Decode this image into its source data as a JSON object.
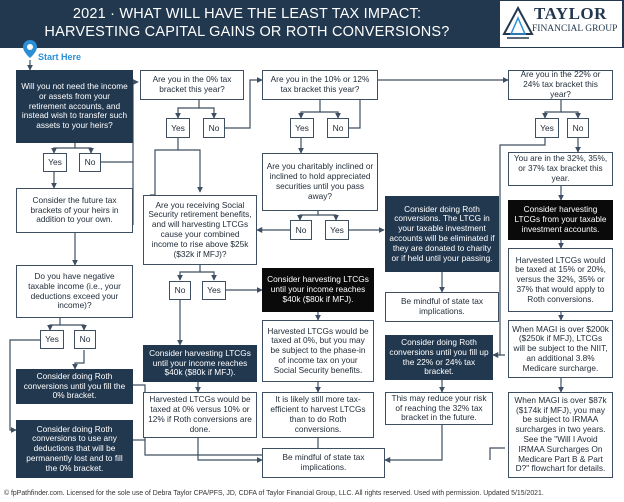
{
  "title": {
    "line1": "2021 · WHAT WILL HAVE THE LEAST TAX IMPACT:",
    "line2": "HARVESTING CAPITAL GAINS OR ROTH CONVERSIONS?"
  },
  "logo": {
    "name": "TAYLOR",
    "sub": "FINANCIAL GROUP"
  },
  "start_label": "Start Here",
  "nodes": {
    "q_no_need": "Will you not need the income or assets from your retirement accounts, and instead wish to transfer such assets to your heirs?",
    "yes_heirs": "Yes",
    "no_heirs": "No",
    "consider_heirs": "Consider the future tax brackets of your heirs in addition to your own.",
    "q_0": "Are you in the 0% tax bracket this year?",
    "yes_0": "Yes",
    "no_0": "No",
    "q_10_12": "Are you in the 10% or 12% tax bracket this year?",
    "yes_10": "Yes",
    "no_10": "No",
    "q_charity": "Are you charitably inclined or inclined to hold appreciated securities until you pass away?",
    "no_charity": "No",
    "yes_charity": "Yes",
    "q_ss": "Are you receiving Social Security retirement benefits, and will harvesting LTCGs cause your combined income to rise above $25k ($32k if MFJ)?",
    "no_ss": "No",
    "yes_ss": "Yes",
    "harvest_40k_a": "Consider harvesting LTCGs until your income reaches $40k ($80k if MFJ).",
    "harvested_ss": "Harvested LTCGs would be taxed at 0%, but you may be subject to the phase-in of income tax on your Social Security benefits.",
    "still_more": "It is likely still more tax-efficient to harvest LTCGs than to do Roth conversions.",
    "q_negative": "Do you have negative taxable income (i.e., your deductions exceed your income)?",
    "yes_neg": "Yes",
    "no_neg": "No",
    "harvest_40k_b": "Consider harvesting LTCGs until your income reaches $40k ($80k if MFJ).",
    "roth_0pct": "Consider doing Roth conversions until you fill the 0% bracket.",
    "roth_deductions": "Consider doing Roth conversions to use any deductions that will be permanently lost and to fill the 0% bracket.",
    "taxed_0_vs": "Harvested LTCGs would be taxed at 0% versus 10% or 12% if Roth conversions are done.",
    "state_tax_bottom": "Be mindful of state tax implications.",
    "roth_charity": "Consider doing Roth conversions. The LTCG in your taxable investment accounts will be eliminated if they are donated to charity or if held until your passing.",
    "state_tax_mid": "Be mindful of state tax implications.",
    "roth_fill": "Consider doing Roth conversions until you fill up the 22% or 24% tax bracket.",
    "reduce_risk": "This may reduce your risk of reaching the 32% tax bracket in the future.",
    "q_22_24": "Are you in the 22% or 24% tax bracket this year?",
    "yes_22": "Yes",
    "no_22": "No",
    "in_32": "You are in the 32%, 35%, or 37% tax bracket this year.",
    "harvest_taxable": "Consider harvesting LTCGs from your taxable investment accounts.",
    "taxed_15": "Harvested LTCGs would be taxed at 15% or 20%, versus the 32%, 35% or 37% that would apply to Roth conversions.",
    "magi_200k": "When MAGI is over $200k ($250k if MFJ), LTCGs will be subject to the NIIT, an additional 3.8% Medicare surcharge.",
    "magi_87k": "When MAGI is over $87k ($174k if MFJ), you may be subject to IRMAA surcharges in two years. See the \"Will I Avoid IRMAA Surcharges On Medicare Part B & Part D?\" flowchart for details."
  },
  "footer": "© fpPathfinder.com. Licensed for the sole use of Debra Taylor CPA/PFS, JD, CDFA of Taylor Financial Group, LLC. All rights reserved. Used with permission. Updated 5/15/2021.",
  "colors": {
    "dark_navy": "#22384f",
    "black": "#0a0a0a",
    "line": "#3d4f61",
    "start_blue": "#2b8fd6"
  },
  "icons": [
    "location-pin-icon",
    "taylor-logo-icon"
  ]
}
